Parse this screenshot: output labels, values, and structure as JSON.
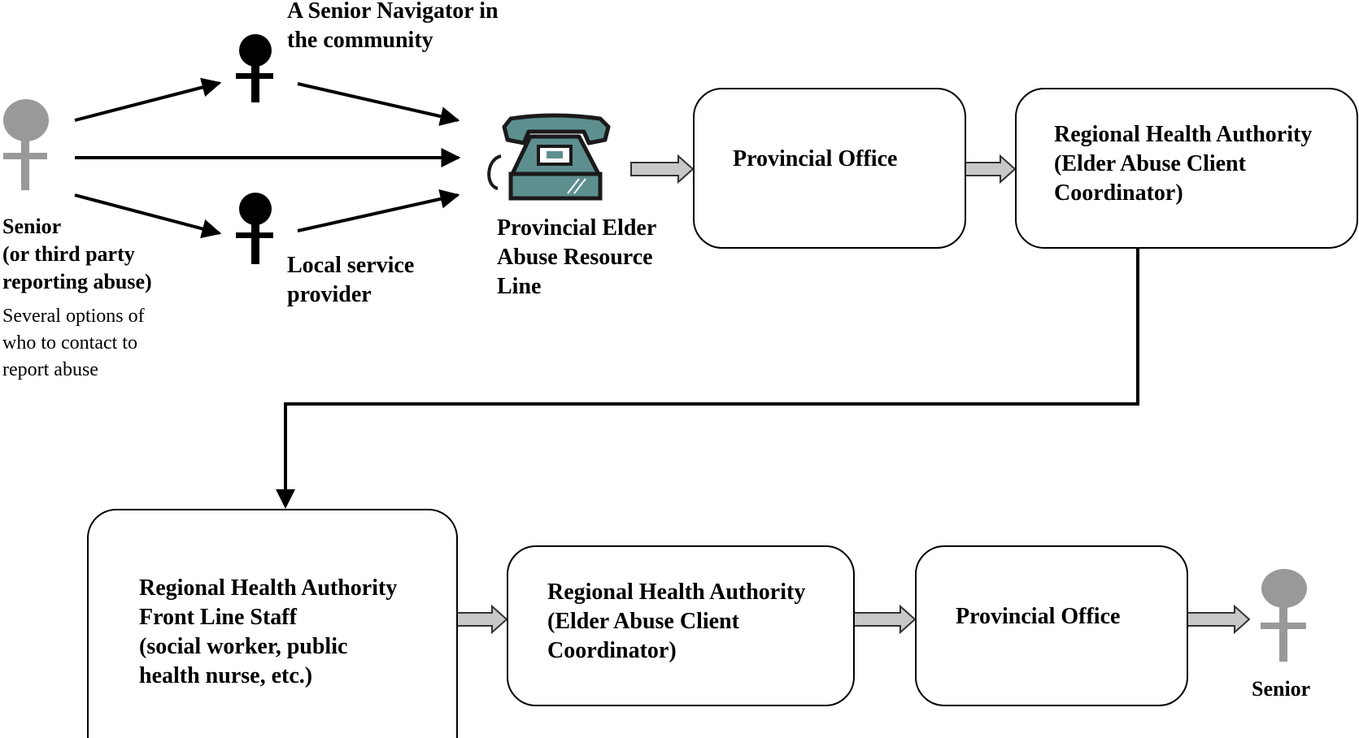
{
  "nodes": {
    "senior_reporter": {
      "label": [
        "Senior",
        "(or third party",
        "reporting abuse)"
      ],
      "note": [
        "Several options of",
        "who to contact to",
        "report abuse"
      ]
    },
    "senior_navigator": {
      "label": [
        "A Senior Navigator in",
        "the community"
      ]
    },
    "local_service_provider": {
      "label": [
        "Local service",
        "provider"
      ]
    },
    "resource_line": {
      "label": [
        "Provincial Elder",
        "Abuse Resource",
        "Line"
      ]
    },
    "provincial_office_1": {
      "label": [
        "Provincial Office"
      ]
    },
    "rha_coordinator_1": {
      "label": [
        "Regional Health Authority",
        "(Elder Abuse Client",
        "Coordinator)"
      ]
    },
    "rha_front_line": {
      "label": [
        "Regional Health Authority",
        "Front Line Staff",
        "(social worker, public",
        "health nurse, etc.)"
      ]
    },
    "rha_coordinator_2": {
      "label": [
        "Regional Health Authority",
        "(Elder Abuse Client",
        "Coordinator)"
      ]
    },
    "provincial_office_2": {
      "label": [
        "Provincial Office"
      ]
    },
    "senior_end": {
      "label": "Senior"
    }
  },
  "colors": {
    "person_grey": "#999999",
    "person_black": "#000000",
    "phone_body": "#5e8f8f",
    "phone_dark": "#1a1a1a",
    "block_arrow_fill": "#c8c8c8"
  },
  "icons": [
    "female-person-icon",
    "telephone-icon"
  ]
}
